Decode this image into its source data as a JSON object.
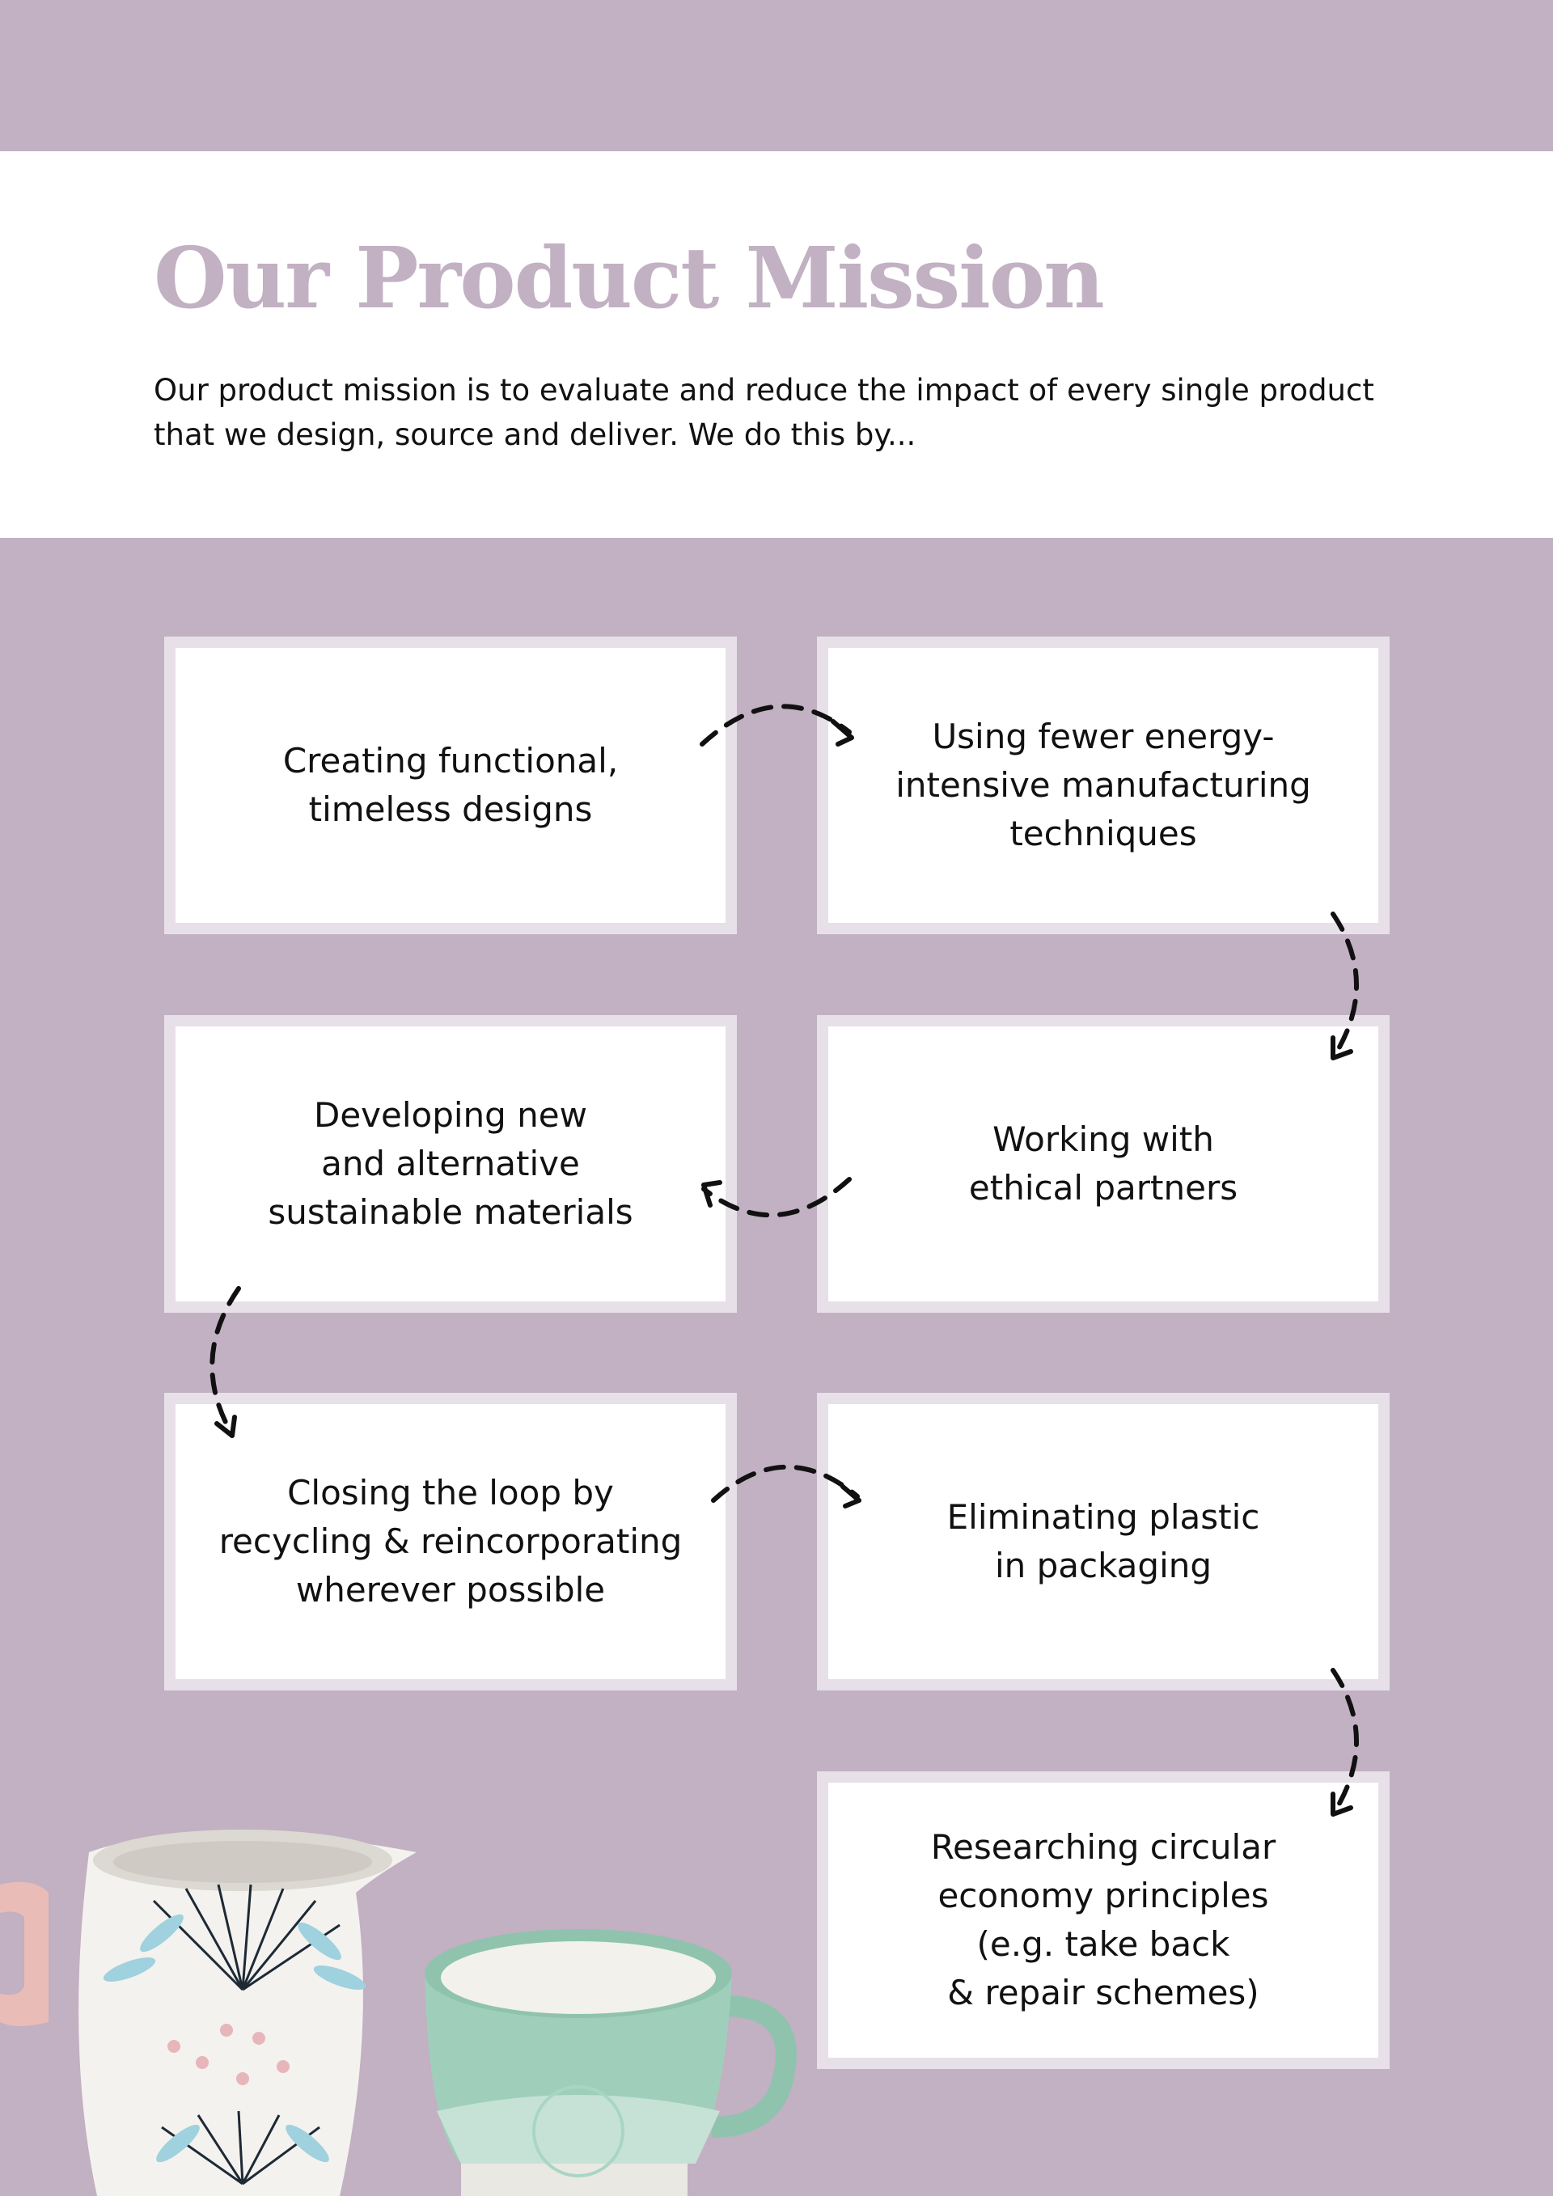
{
  "header": {
    "title": "Our Product Mission",
    "intro": "Our product mission is to evaluate and reduce the impact of every single product that we design, source and deliver. We do this by..."
  },
  "steps": [
    "Creating functional,\ntimeless designs",
    "Using fewer energy-\nintensive manufacturing\ntechniques",
    "Developing new\nand alternative\nsustainable materials",
    "Working with\nethical partners",
    "Closing the loop by\nrecycling & reincorporating\nwherever possible",
    "Eliminating plastic\nin packaging",
    "Researching circular\neconomy principles\n(e.g. take back\n& repair schemes)"
  ],
  "colors": {
    "accent": "#c2b0c3",
    "card_border": "#e8e0e9",
    "text": "#111111"
  },
  "icons": [
    "dashed-arrow-icon",
    "jug-image",
    "mug-image"
  ]
}
